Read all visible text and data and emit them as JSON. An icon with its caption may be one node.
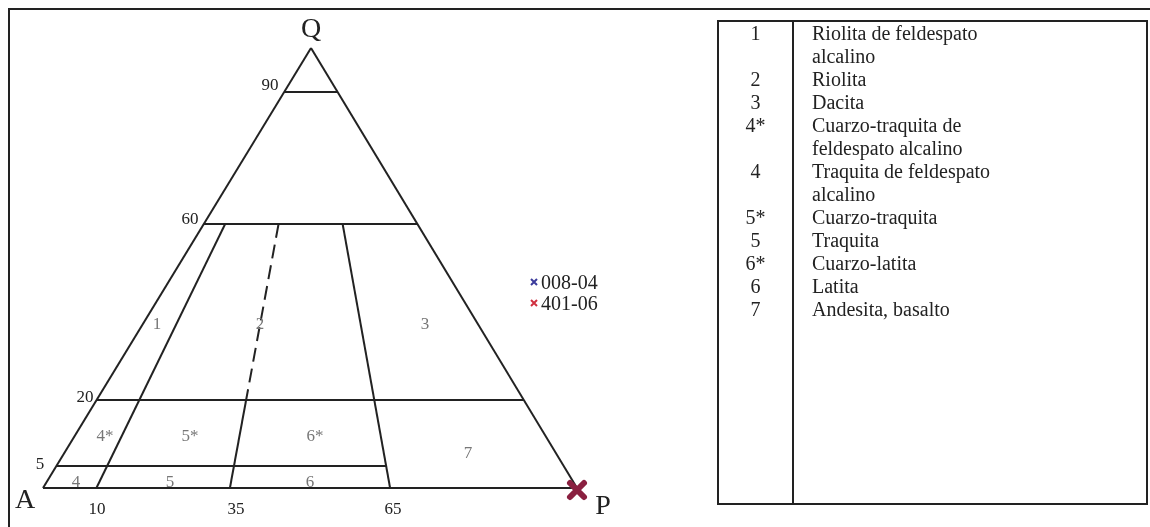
{
  "diagram": {
    "labels": [
      "Q",
      "90",
      "60",
      "1",
      "2",
      "3",
      "20",
      "4*",
      "5*",
      "6*",
      "7",
      "5",
      "4",
      "5",
      "6",
      "A",
      "10",
      "35",
      "65",
      "P",
      "1",
      "Riolita de feldespato alcalino",
      "2",
      "Riolita",
      "3",
      "Dacita",
      "4*",
      "Cuarzo-traquita de feldespato alcalino",
      "4",
      "Traquita de feldespato alcalino",
      "5*",
      "Cuarzo-traquita",
      "5",
      "Traquita",
      "6*",
      "Cuarzo-latita",
      "6",
      "Latita",
      "7",
      "Andesita, basalto"
    ],
    "legend": [
      {
        "text": "008-04",
        "color": "#3b3b9c"
      },
      {
        "text": "401-06",
        "color": "#d03040"
      }
    ]
  }
}
